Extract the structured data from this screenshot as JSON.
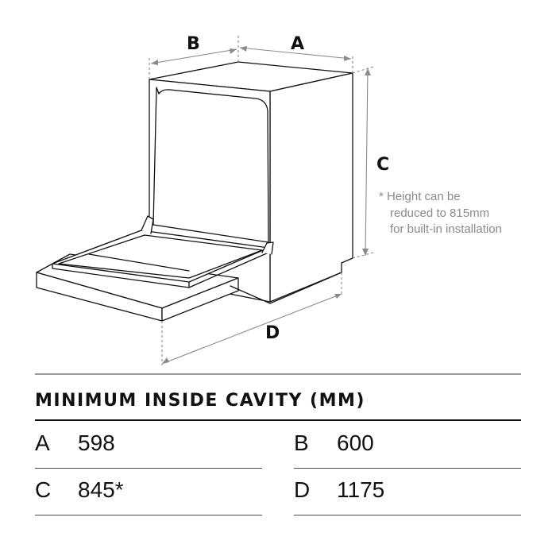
{
  "diagram": {
    "labels": {
      "a": "A",
      "b": "B",
      "c": "C",
      "d": "D"
    },
    "note_lines": [
      "* Height can be",
      "reduced to 815mm",
      "for built-in installation"
    ],
    "colors": {
      "line": "#111111",
      "dim": "#8a8a8a",
      "note": "#8a8a8a"
    }
  },
  "table": {
    "heading": "MINIMUM INSIDE CAVITY (MM)",
    "rows": [
      [
        {
          "key": "A",
          "value": "598"
        },
        {
          "key": "B",
          "value": "600"
        }
      ],
      [
        {
          "key": "C",
          "value": "845*"
        },
        {
          "key": "D",
          "value": "1175"
        }
      ]
    ]
  }
}
